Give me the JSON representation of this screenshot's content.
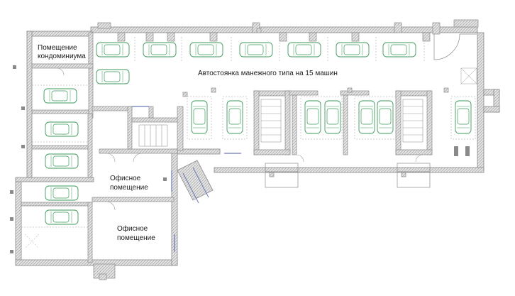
{
  "labels": {
    "condo_room_line1": "Помещение",
    "condo_room_line2": "кондоминиума",
    "parking_title": "Автостоянка манежного типа на 15 машин",
    "office1_line1": "Офисное",
    "office1_line2": "помещение",
    "office2_line1": "Офисное",
    "office2_line2": "помещение"
  },
  "colors": {
    "wall": "#8a8a8a",
    "wall_hatch": "#b5b5b5",
    "car_outline": "#3a9a5a",
    "glass": "#6a7ab8",
    "thin_line": "#9a9a9a",
    "text": "#1a1a1a"
  },
  "icons": [
    "car-icon",
    "stair-icon",
    "door-swing-icon",
    "column-icon"
  ]
}
